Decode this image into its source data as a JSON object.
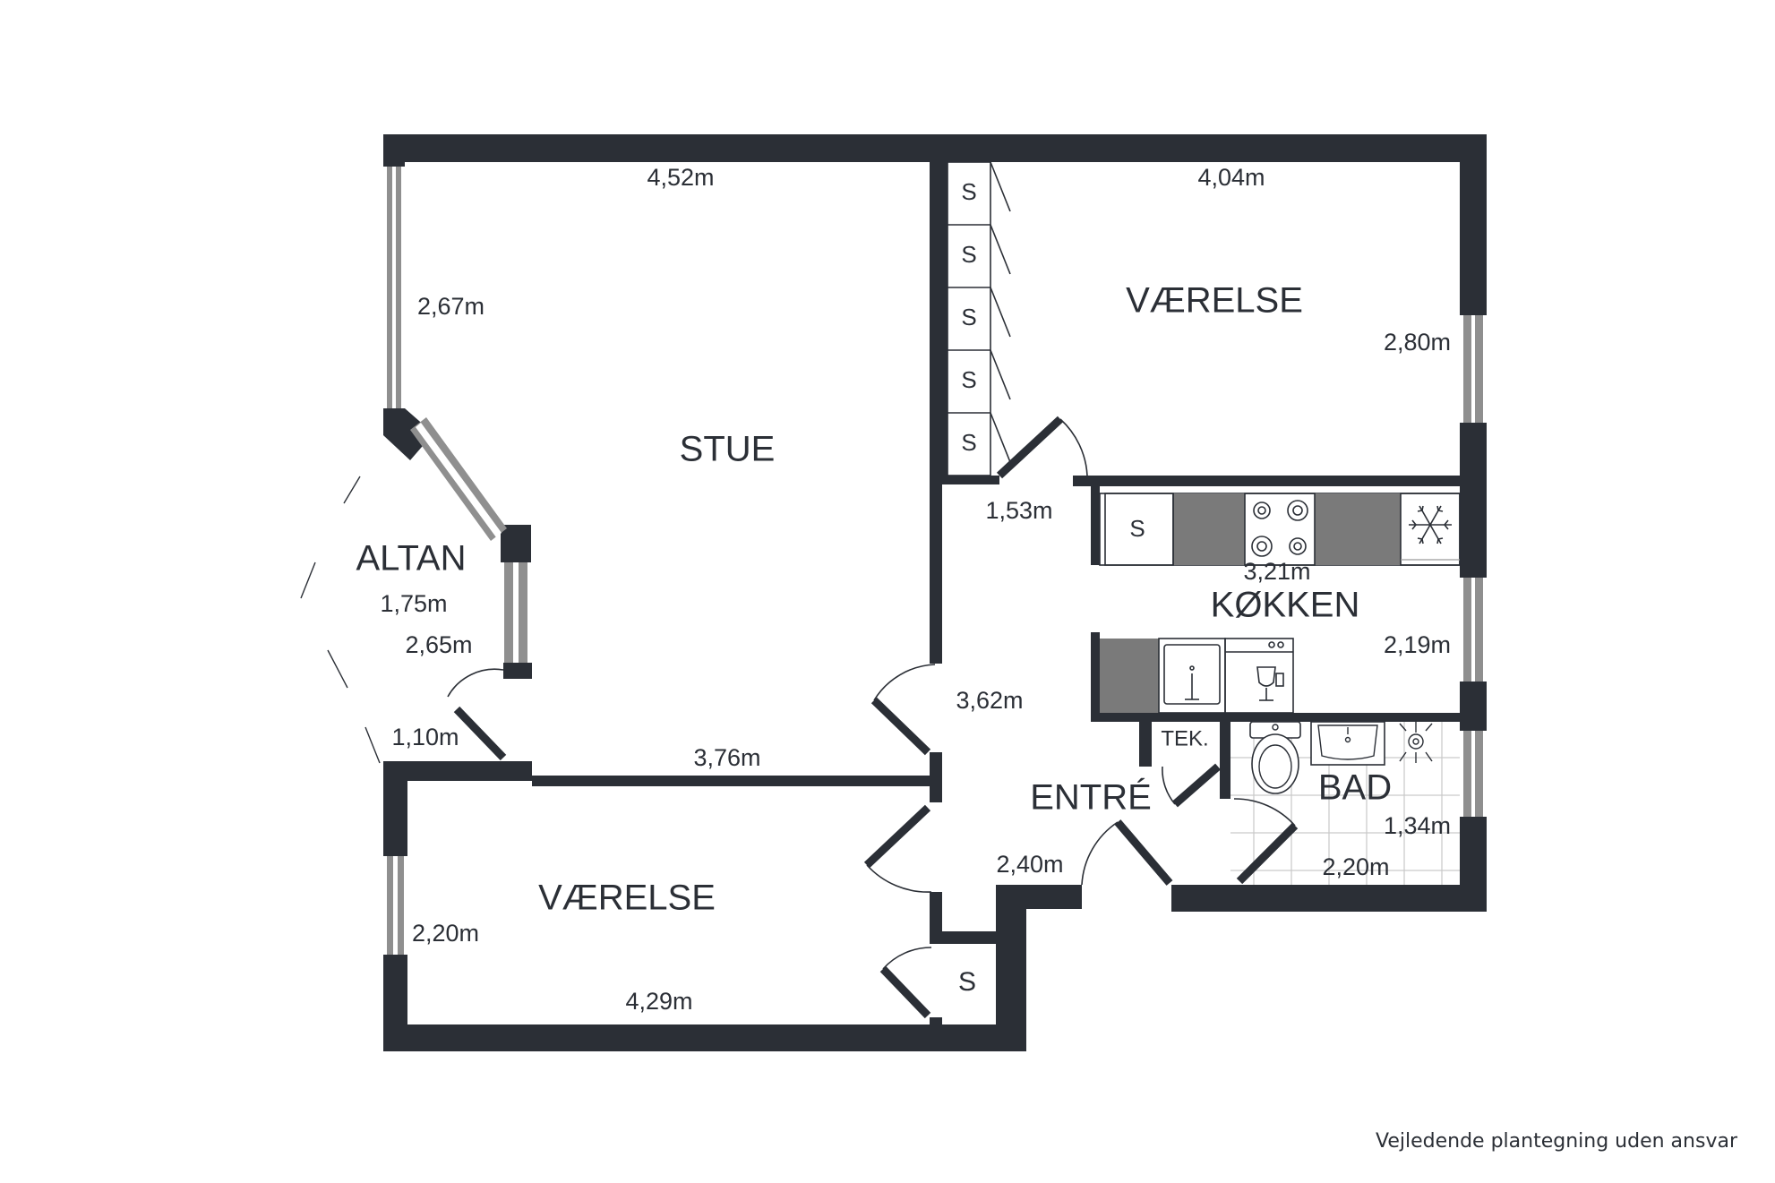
{
  "rooms": {
    "stue": "STUE",
    "vaerelse_top": "VÆRELSE",
    "vaerelse_bottom": "VÆRELSE",
    "altan": "ALTAN",
    "koekken": "KØKKEN",
    "entre": "ENTRÉ",
    "bad": "BAD",
    "tek": "TEK."
  },
  "dimensions": {
    "stue_top": "4,52m",
    "stue_left": "2,67m",
    "stue_bottom": "3,76m",
    "vaerelse_top_width": "4,04m",
    "vaerelse_top_height": "2,80m",
    "hall_upper": "1,53m",
    "koekken_width": "3,21m",
    "koekken_height": "2,19m",
    "altan_a": "1,75m",
    "altan_b": "2,65m",
    "altan_c": "1,10m",
    "entre_height": "3,62m",
    "entre_width": "2,40m",
    "bad_height": "1,34m",
    "bad_width": "2,20m",
    "vaerelse_bottom_height": "2,20m",
    "vaerelse_bottom_width": "4,29m"
  },
  "storage": {
    "label": "S"
  },
  "footer": {
    "disclaimer": "Vejledende plantegning uden ansvar"
  },
  "colors": {
    "wall": "#2b2f36",
    "window": "#8f8f8f",
    "counter": "#7a7a7a"
  }
}
